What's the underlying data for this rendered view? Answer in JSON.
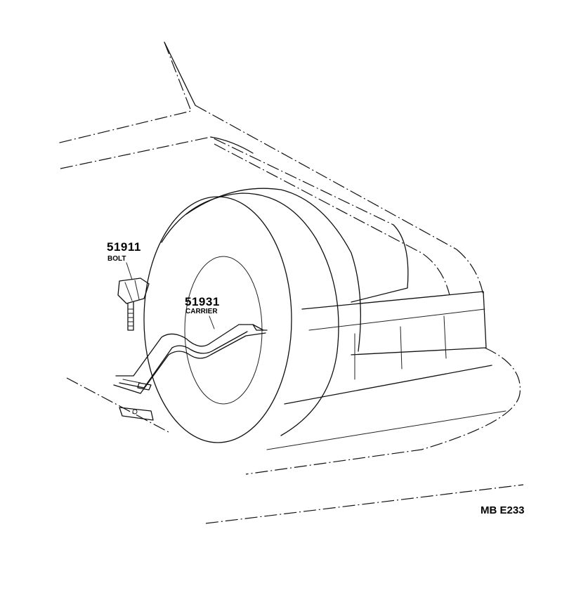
{
  "parts": [
    {
      "number": "51911",
      "name": "BOLT"
    },
    {
      "number": "51931",
      "name": "CARRIER"
    }
  ],
  "diagram_code": "MB E233",
  "colors": {
    "line": "#111111",
    "background": "#ffffff"
  }
}
